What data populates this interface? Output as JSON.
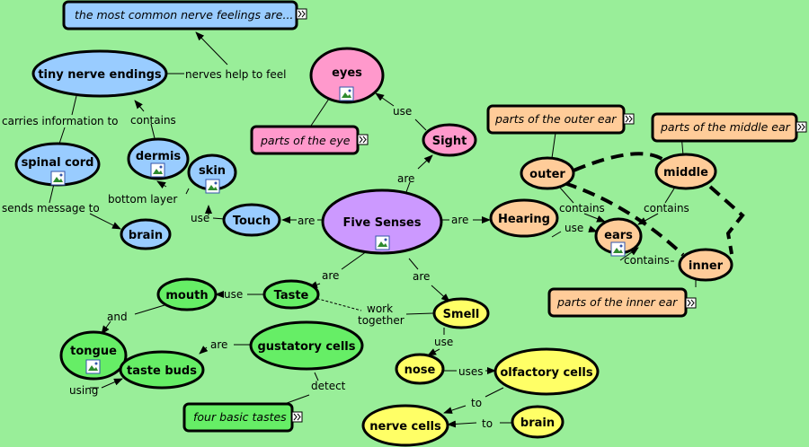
{
  "colors": {
    "background": "#99ee99",
    "touch": "#99ccff",
    "sight": "#ff99cc",
    "hearing": "#ffcc99",
    "taste": "#66ee66",
    "smell": "#ffff66",
    "center": "#cc99ff"
  },
  "nodes": {
    "five_senses": "Five Senses",
    "touch": "Touch",
    "skin": "skin",
    "dermis": "dermis",
    "tiny_nerve_endings": "tiny nerve endings",
    "spinal_cord": "spinal cord",
    "brain_touch": "brain",
    "sight": "Sight",
    "eyes": "eyes",
    "hearing": "Hearing",
    "ears": "ears",
    "outer": "outer",
    "middle": "middle",
    "inner": "inner",
    "taste": "Taste",
    "mouth": "mouth",
    "tongue": "tongue",
    "taste_buds": "taste buds",
    "gustatory_cells": "gustatory cells",
    "smell": "Smell",
    "nose": "nose",
    "olfactory_cells": "olfactory cells",
    "nerve_cells": "nerve cells",
    "brain_smell": "brain"
  },
  "boxes": {
    "nerve_feelings": "the most common nerve feelings are...",
    "parts_eye": "parts of the eye",
    "parts_outer_ear": "parts of the outer ear",
    "parts_middle_ear": "parts of the middle ear",
    "parts_inner_ear": "parts of the inner ear",
    "basic_tastes": "four basic tastes"
  },
  "links": {
    "nerves_help": "nerves help to feel",
    "carries_info": "carries information to",
    "contains_dermis": "contains",
    "bottom_layer": "bottom layer",
    "sends_message": "sends message to",
    "use_touch": "use",
    "are_touch": "are",
    "use_sight": "use",
    "are_sight": "are",
    "are_hearing": "are",
    "use_hearing": "use",
    "contains_outer": "contains",
    "contains_middle": "contains",
    "contains_inner": "contains",
    "are_taste": "are",
    "are_smell": "are",
    "use_taste": "use",
    "and": "and",
    "using": "using",
    "are_gustatory": "are",
    "work_together_1": "work",
    "work_together_2": "together",
    "detect": "detect",
    "use_smell": "use",
    "uses": "uses",
    "to_nerve": "to",
    "to_brain": "to"
  }
}
